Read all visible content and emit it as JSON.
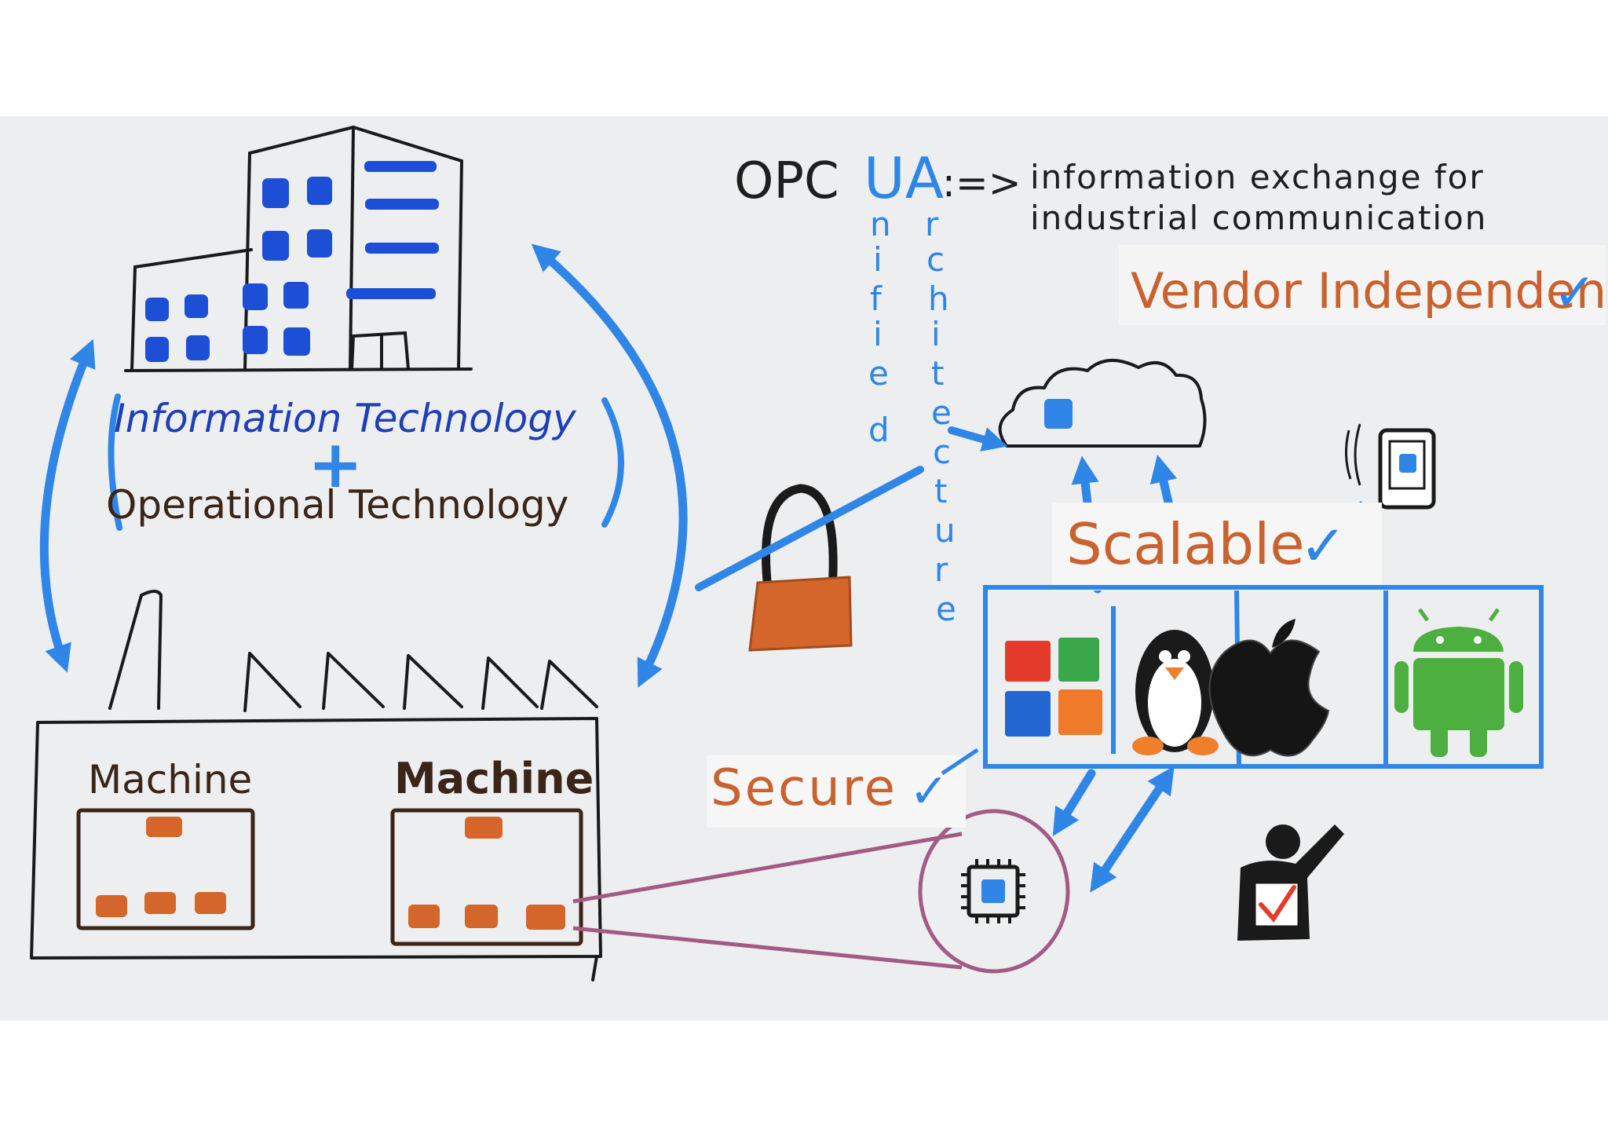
{
  "title": {
    "opc": "OPC",
    "ua": "UA",
    "arrow": ":=>",
    "line1": "information exchange for",
    "line2": "industrial communication"
  },
  "acronym": {
    "unified_letters": [
      "n",
      "i",
      "f",
      "i",
      "e",
      "d"
    ],
    "architecture_letters": [
      "r",
      "c",
      "h",
      "i",
      "t",
      "e",
      "c",
      "t",
      "u",
      "r",
      "e"
    ]
  },
  "labels": {
    "it": "Information Technology",
    "plus": "+",
    "ot": "Operational Technology",
    "machine_left": "Machine",
    "machine_right": "Machine",
    "vendor": "Vendor Independent",
    "scalable": "Scalable",
    "secure": "Secure",
    "check": "✓"
  },
  "colors": {
    "blue": "#2f86e6",
    "dark_blue": "#1e3fb6",
    "orange": "#c9622f",
    "magenta": "#a35a84",
    "windows_red": "#e53b2c",
    "windows_green": "#3aa84a",
    "windows_blue": "#2166d1",
    "windows_orange": "#ef7b2a",
    "android_green": "#4caf3f"
  },
  "icons": [
    "office-building-icon",
    "factory-icon",
    "cloud-icon",
    "smartphone-icon",
    "padlock-icon",
    "windows-logo-icon",
    "linux-penguin-icon",
    "apple-logo-icon",
    "android-logo-icon",
    "chip-icon",
    "person-checkbox-icon"
  ]
}
